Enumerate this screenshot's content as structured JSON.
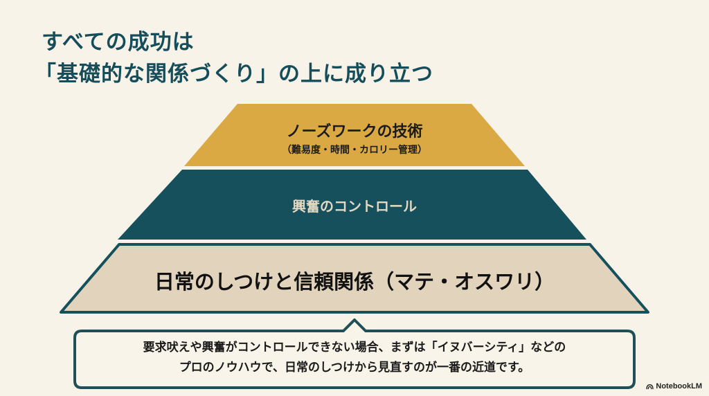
{
  "title": {
    "line1": "すべての成功は",
    "line2": "「基礎的な関係づくり」の上に成り立つ"
  },
  "pyramid": {
    "layers": [
      {
        "level": "top",
        "label": "ノーズワークの技術",
        "sublabel": "（難易度・時間・カロリー管理）",
        "color": "#dba944"
      },
      {
        "level": "middle",
        "label": "興奮のコントロール",
        "color": "#15505c"
      },
      {
        "level": "bottom",
        "label": "日常のしつけと信頼関係（マテ・オスワリ）",
        "color": "#e2d4bc",
        "border_color": "#15505c"
      }
    ]
  },
  "callout": {
    "line1": "要求吠えや興奮がコントロールできない場合、まずは「イヌバーシティ」などの",
    "line2": "プロのノウハウで、日常のしつけから見直すのが一番の近道です。",
    "border_color": "#1f4f58"
  },
  "brand": {
    "icon": "notebooklm-icon",
    "label": "NotebookLM"
  },
  "colors": {
    "background": "#f8f3e8",
    "title": "#164d5a"
  }
}
